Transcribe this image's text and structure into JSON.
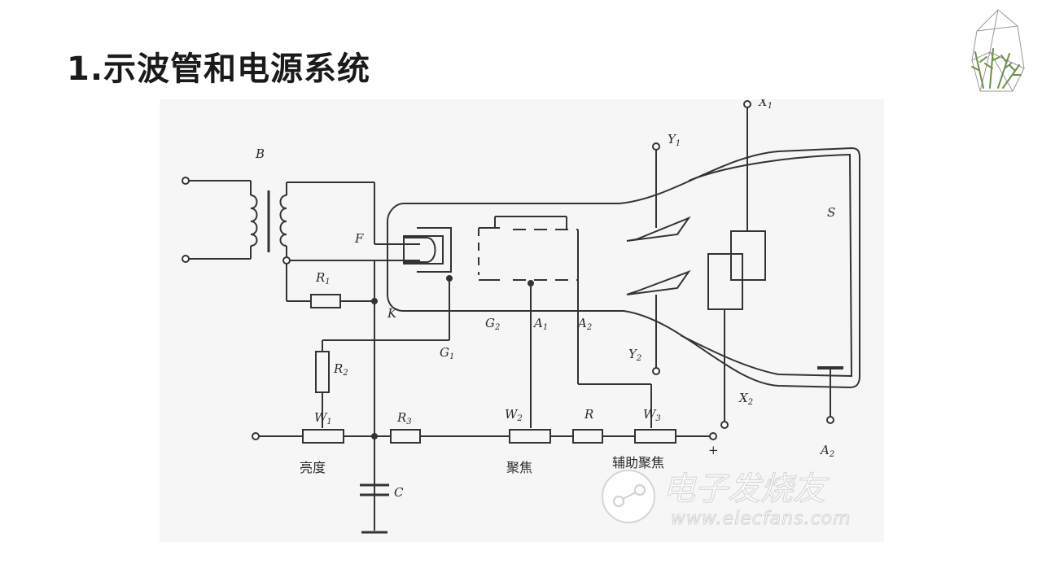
{
  "page": {
    "title": "1.示波管和电源系统"
  },
  "diagram": {
    "labels": {
      "B": "B",
      "F": "F",
      "R1": "R",
      "R1_sub": "1",
      "K": "K",
      "R2": "R",
      "R2_sub": "2",
      "G1": "G",
      "G1_sub": "1",
      "G2": "G",
      "G2_sub": "2",
      "A1": "A",
      "A1_sub": "1",
      "A2_top": "A",
      "A2_top_sub": "2",
      "Y1": "Y",
      "Y1_sub": "1",
      "Y2": "Y",
      "Y2_sub": "2",
      "X1": "X",
      "X1_sub": "1",
      "X2": "X",
      "X2_sub": "2",
      "S": "S",
      "W1": "W",
      "W1_sub": "1",
      "R3": "R",
      "R3_sub": "3",
      "W2": "W",
      "W2_sub": "2",
      "R": "R",
      "W3": "W",
      "W3_sub": "3",
      "plus": "+",
      "A2_bottom": "A",
      "A2_bottom_sub": "2",
      "C": "C",
      "brightness": "亮度",
      "focus": "聚焦",
      "aux_focus": "辅助聚焦"
    }
  },
  "watermark": {
    "name": "电子发烧友",
    "url": "www.elecfans.com"
  }
}
